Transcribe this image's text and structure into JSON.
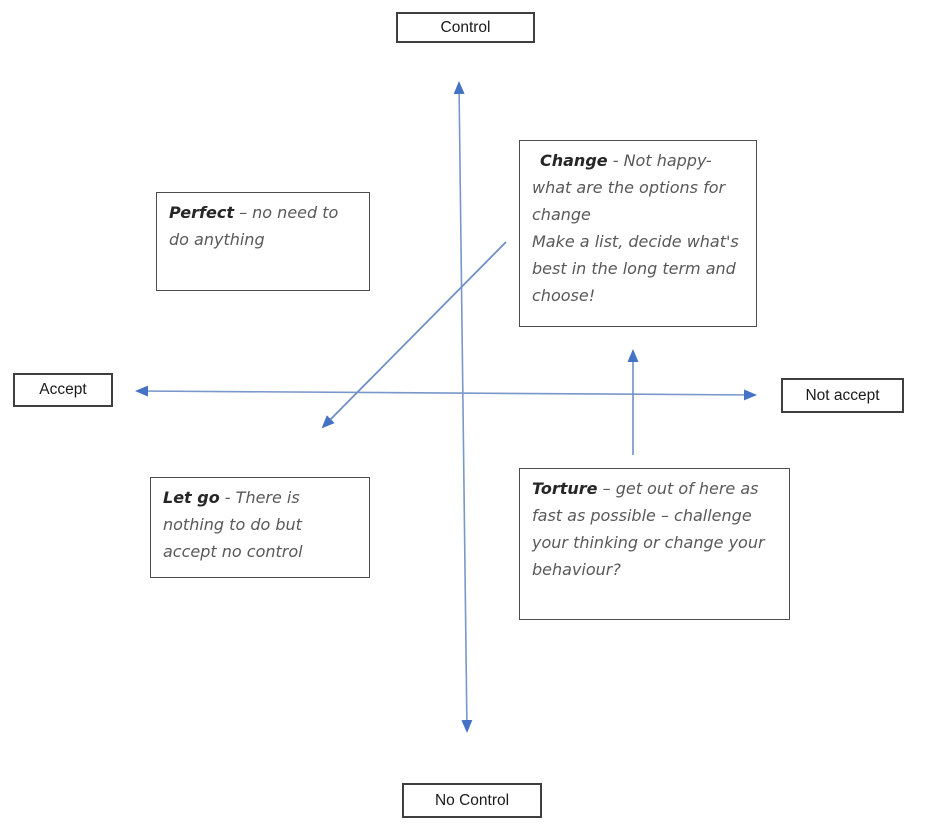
{
  "diagram": {
    "title_hint": "Control vs Acceptance quadrant model",
    "axes": {
      "top_label": "Control",
      "bottom_label": "No Control",
      "left_label": "Accept",
      "right_label": "Not accept"
    },
    "quadrants": {
      "perfect": {
        "title": "Perfect",
        "body": " – no need to do anything"
      },
      "change": {
        "title": "Change",
        "body": " - Not happy- what are the options for change\nMake a list, decide what's best in the long term and choose!"
      },
      "let_go": {
        "title": "Let go",
        "body": " - There is nothing to do but accept no control"
      },
      "torture": {
        "title": "Torture",
        "body": " – get out of here as fast as possible – challenge your thinking or change your behaviour?"
      }
    },
    "colors": {
      "arrow_line": "#7a97c9",
      "arrow_head": "#4472c4",
      "box_border": "#3f3f3f",
      "handwriting_text": "#595959",
      "title_text": "#262626",
      "label_text": "#1a1a1a",
      "background": "#ffffff"
    }
  }
}
